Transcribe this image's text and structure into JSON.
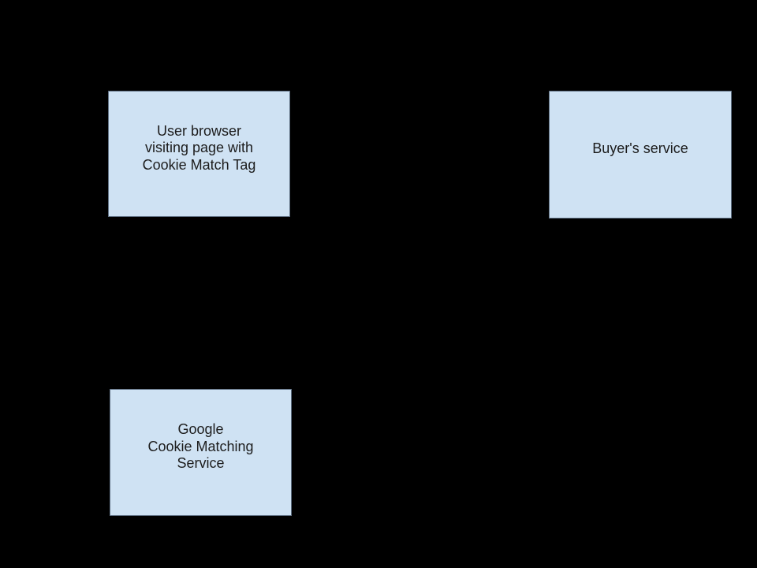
{
  "diagram": {
    "colors": {
      "background": "#000000",
      "box_fill": "#cfe2f3",
      "box_border": "#5f7083",
      "text_color": "#1c1c1c"
    },
    "nodes": {
      "user_browser": {
        "lines": [
          "User browser",
          "visiting page with",
          "Cookie Match Tag"
        ]
      },
      "buyers_service": {
        "lines": [
          "Buyer's service"
        ]
      },
      "google_cookie_matching": {
        "lines": [
          "Google",
          "Cookie Matching",
          "Service"
        ]
      }
    }
  }
}
